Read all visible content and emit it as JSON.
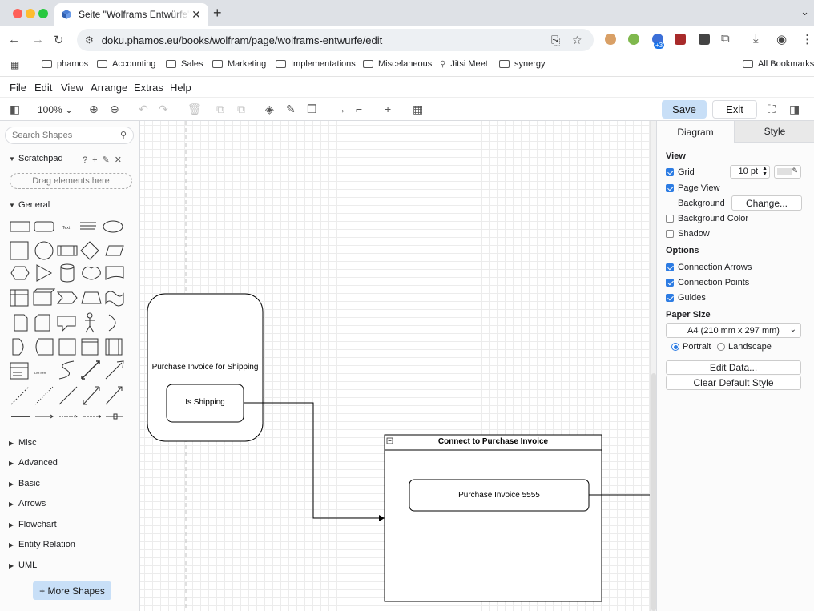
{
  "browser": {
    "tab_title": "Seite \"Wolframs Entwürfe\" bearbeiten",
    "url": "doku.phamos.eu/books/wolfram/page/wolframs-entwurfe/edit",
    "extension_badge": "+3",
    "bookmarks": [
      "phamos",
      "Accounting",
      "Sales",
      "Marketing",
      "Implementations",
      "Miscelaneous",
      "Jitsi Meet",
      "synergy"
    ],
    "all_bookmarks": "All Bookmarks"
  },
  "menu": {
    "items": [
      "File",
      "Edit",
      "View",
      "Arrange",
      "Extras",
      "Help"
    ]
  },
  "toolbar": {
    "zoom": "100%",
    "save_label": "Save",
    "exit_label": "Exit"
  },
  "sidebar": {
    "search_placeholder": "Search Shapes",
    "scratchpad": "Scratchpad",
    "dropzone": "Drag elements here",
    "general": "General",
    "sections": [
      "Misc",
      "Advanced",
      "Basic",
      "Arrows",
      "Flowchart",
      "Entity Relation",
      "UML"
    ],
    "more_shapes": "+ More Shapes"
  },
  "diagram": {
    "node1_label": "Purchase Invoice for Shipping",
    "node1_child": "Is Shipping",
    "container_title": "Connect to Purchase Invoice",
    "container_child": "Purchase Invoice 5555"
  },
  "panel": {
    "tab_diagram": "Diagram",
    "tab_style": "Style",
    "view_heading": "View",
    "grid": "Grid",
    "grid_size": "10 pt",
    "page_view": "Page View",
    "background": "Background",
    "change_btn": "Change...",
    "background_color": "Background Color",
    "shadow": "Shadow",
    "options_heading": "Options",
    "connection_arrows": "Connection Arrows",
    "connection_points": "Connection Points",
    "guides": "Guides",
    "paper_size_heading": "Paper Size",
    "paper_size": "A4 (210 mm x 297 mm)",
    "portrait": "Portrait",
    "landscape": "Landscape",
    "edit_data": "Edit Data...",
    "clear_style": "Clear Default Style"
  },
  "colors": {
    "accent": "#2d7ce3",
    "save_bg": "#c8dff7"
  }
}
